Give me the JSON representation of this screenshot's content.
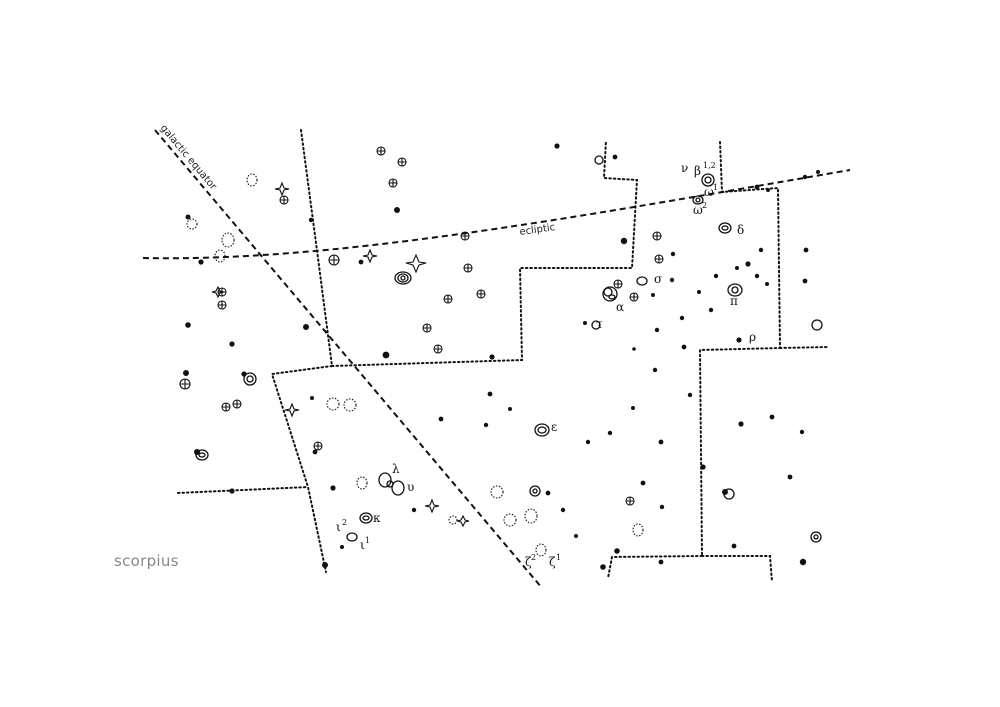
{
  "title": "scorpius",
  "colors": {
    "ink": "#111111",
    "title": "#888888",
    "background": "#ffffff"
  },
  "reference_lines": {
    "ecliptic_label": "ecliptic",
    "galactic_label": "galactic equator"
  },
  "star_labels": [
    {
      "key": "nu_top",
      "text": "ν"
    },
    {
      "key": "beta",
      "text": "β",
      "sup": "1,2"
    },
    {
      "key": "omega1",
      "text": "ω",
      "sup": "1"
    },
    {
      "key": "omega2",
      "text": "ω",
      "sup": "2"
    },
    {
      "key": "delta",
      "text": "δ"
    },
    {
      "key": "sigma",
      "text": "σ"
    },
    {
      "key": "pi",
      "text": "π"
    },
    {
      "key": "alpha",
      "text": "α"
    },
    {
      "key": "tau",
      "text": "τ"
    },
    {
      "key": "rho",
      "text": "ρ"
    },
    {
      "key": "epsilon",
      "text": "ε"
    },
    {
      "key": "lambda",
      "text": "λ"
    },
    {
      "key": "upsilon",
      "text": "υ"
    },
    {
      "key": "kappa",
      "text": "κ"
    },
    {
      "key": "iota2",
      "text": "ι",
      "sup": "2"
    },
    {
      "key": "iota1",
      "text": "ι",
      "sup": "1"
    },
    {
      "key": "zeta2",
      "text": "ζ",
      "sup": "2"
    },
    {
      "key": "zeta1",
      "text": "ζ",
      "sup": "1"
    }
  ]
}
